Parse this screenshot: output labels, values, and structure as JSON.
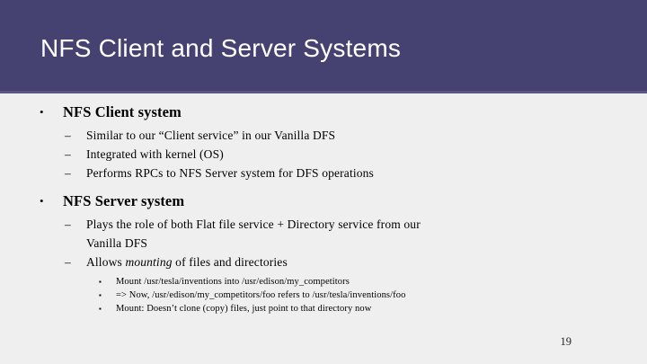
{
  "slide": {
    "title": "NFS Client and Server Systems",
    "page_number": "19",
    "colors": {
      "title_band": "#454170",
      "title_text": "#ffffff",
      "body_background": "#efefef",
      "body_text": "#000000"
    },
    "markers": {
      "level1": "•",
      "level2": "–",
      "level3": "▪"
    },
    "sections": [
      {
        "heading": "NFS Client system",
        "items": [
          {
            "text": "Similar to our “Client service” in our Vanilla DFS"
          },
          {
            "text": "Integrated with kernel (OS)"
          },
          {
            "text": "Performs RPCs to NFS Server system for DFS operations"
          }
        ]
      },
      {
        "heading": "NFS Server system",
        "items": [
          {
            "text": "Plays the role of both Flat file service + Directory service from our Vanilla DFS"
          },
          {
            "text_before_italic": "Allows ",
            "italic": "mounting",
            "text_after_italic": " of files and directories"
          }
        ],
        "subitems": [
          {
            "text": "Mount /usr/tesla/inventions into /usr/edison/my_competitors"
          },
          {
            "text": "=> Now, /usr/edison/my_competitors/foo refers to /usr/tesla/inventions/foo"
          },
          {
            "text": "Mount: Doesn’t clone (copy) files, just point to that directory now"
          }
        ]
      }
    ]
  }
}
